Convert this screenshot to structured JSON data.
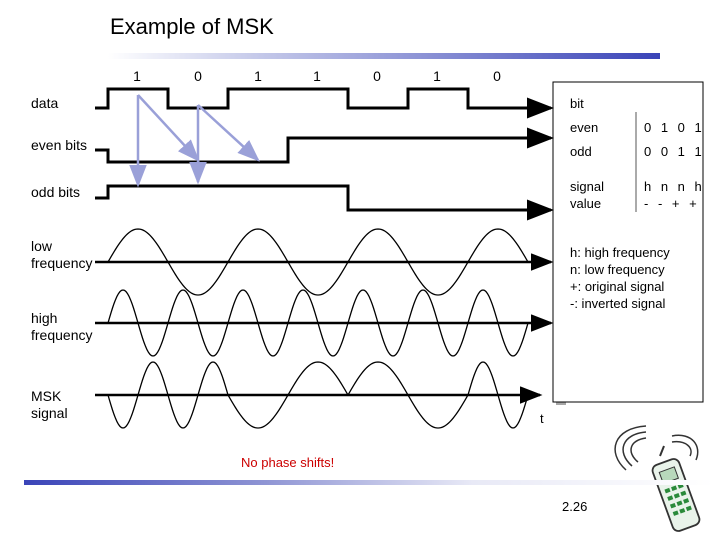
{
  "title": "Example of MSK",
  "bits": [
    "1",
    "0",
    "1",
    "1",
    "0",
    "1",
    "0"
  ],
  "rows": {
    "data": "data",
    "even_bits": "even bits",
    "odd_bits": "odd bits",
    "low_frequency": "low\nfrequency",
    "high_frequency": "high\nfrequency",
    "msk_signal": "MSK\nsignal"
  },
  "table": {
    "bit_header": "bit",
    "even_label": "even",
    "even_values": "0 1 0 1",
    "odd_label": "odd",
    "odd_values": "0 0 1 1",
    "signal_label": "signal\nvalue",
    "signal_values": "h n n h\n- - + +"
  },
  "legend": {
    "h": "h: high frequency",
    "n": "n: low frequency",
    "plus": "+: original signal",
    "minus": "-:  inverted signal"
  },
  "axis_t": "t",
  "note": "No phase shifts!",
  "page_number": "2.26",
  "colors": {
    "accent": "#3a44b8",
    "note": "#cc0000",
    "arrow": "#9aa0d8"
  },
  "icon": "phone-signal-icon"
}
